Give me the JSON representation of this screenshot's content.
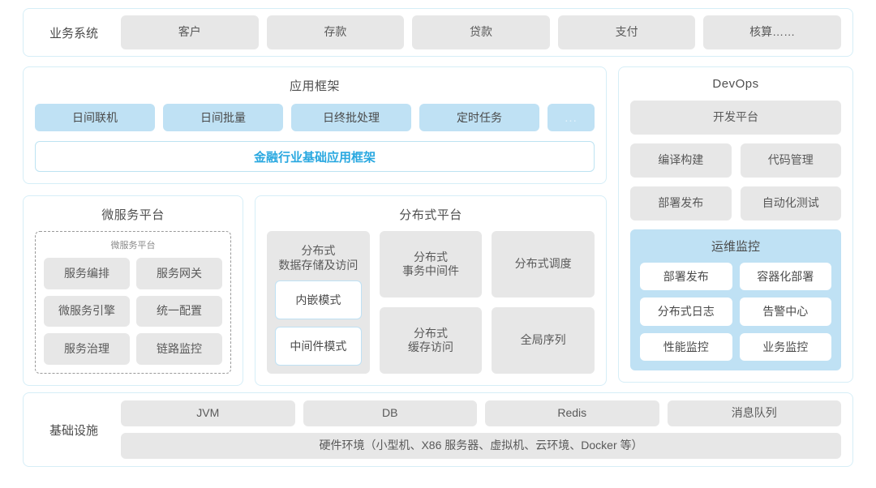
{
  "business_systems": {
    "label": "业务系统",
    "items": [
      "客户",
      "存款",
      "贷款",
      "支付",
      "核算……"
    ]
  },
  "app_framework": {
    "title": "应用框架",
    "chips": [
      "日间联机",
      "日间批量",
      "日终批处理",
      "定时任务"
    ],
    "more": "...",
    "banner": "金融行业基础应用框架",
    "banner_color": "#29a8e0"
  },
  "microservice_platform": {
    "title": "微服务平台",
    "inner_label": "微服务平台",
    "items": [
      "服务编排",
      "服务网关",
      "微服务引擎",
      "统一配置",
      "服务治理",
      "链路监控"
    ]
  },
  "distributed_platform": {
    "title": "分布式平台",
    "data_store": {
      "title": "分布式\n数据存储及访问",
      "modes": [
        "内嵌模式",
        "中间件模式"
      ]
    },
    "col2": [
      "分布式\n事务中间件",
      "分布式\n缓存访问"
    ],
    "col3": [
      "分布式调度",
      "全局序列"
    ]
  },
  "devops": {
    "title": "DevOps",
    "platform": "开发平台",
    "pairs": [
      [
        "编译构建",
        "代码管理"
      ],
      [
        "部署发布",
        "自动化测试"
      ]
    ],
    "ops": {
      "title": "运维监控",
      "items": [
        "部署发布",
        "容器化部署",
        "分布式日志",
        "告警中心",
        "性能监控",
        "业务监控"
      ],
      "bg_color": "#bfe1f4"
    }
  },
  "infrastructure": {
    "label": "基础设施",
    "items": [
      "JVM",
      "DB",
      "Redis",
      "消息队列"
    ],
    "hardware": "硬件环境（小型机、X86 服务器、虚拟机、云环境、Docker 等）"
  },
  "theme": {
    "panel_border": "#d6eef7",
    "chip_gray": "#e7e7e7",
    "chip_blue": "#bfe1f4"
  }
}
